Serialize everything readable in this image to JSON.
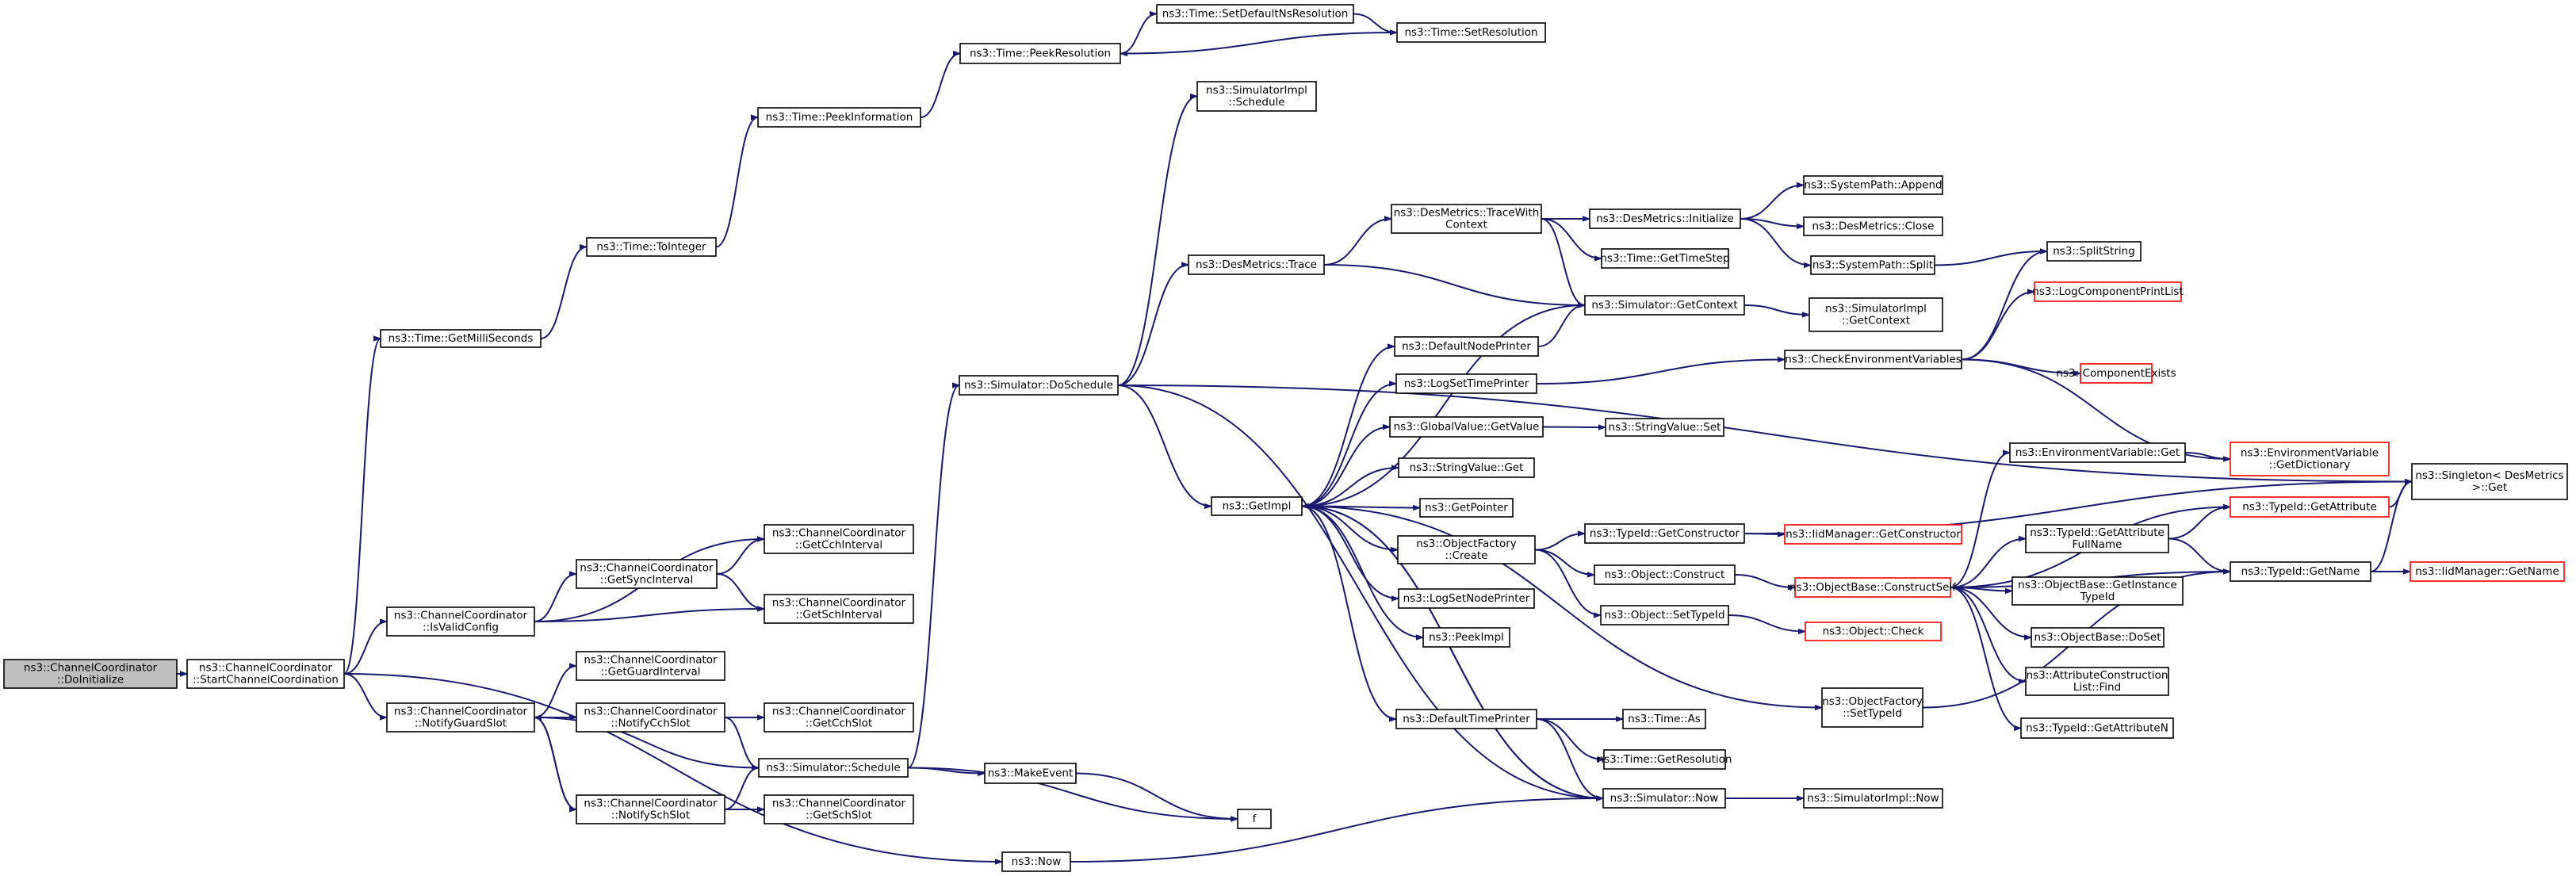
{
  "title": "ns3::ChannelCoordinator::DoInitialize call graph",
  "colors": {
    "edge": "#191970",
    "truncated_border": "#ff0000",
    "root_fill": "#bfbfbf",
    "node_border": "#000000"
  },
  "nodes": [
    {
      "id": "n0",
      "lines": [
        "ns3::ChannelCoordinator",
        "::DoInitialize"
      ],
      "root": true
    },
    {
      "id": "n1",
      "lines": [
        "ns3::ChannelCoordinator",
        "::StartChannelCoordination"
      ]
    },
    {
      "id": "n2",
      "lines": [
        "ns3::Time::GetMilliSeconds"
      ]
    },
    {
      "id": "n3",
      "lines": [
        "ns3::Time::ToInteger"
      ]
    },
    {
      "id": "n4",
      "lines": [
        "ns3::Time::PeekInformation"
      ]
    },
    {
      "id": "n5",
      "lines": [
        "ns3::Time::PeekResolution"
      ]
    },
    {
      "id": "n6",
      "lines": [
        "ns3::Time::SetDefaultNsResolution"
      ]
    },
    {
      "id": "n7",
      "lines": [
        "ns3::Time::SetResolution"
      ]
    },
    {
      "id": "n8",
      "lines": [
        "ns3::ChannelCoordinator",
        "::IsValidConfig"
      ]
    },
    {
      "id": "n9",
      "lines": [
        "ns3::ChannelCoordinator",
        "::GetSyncInterval"
      ]
    },
    {
      "id": "n10",
      "lines": [
        "ns3::ChannelCoordinator",
        "::GetCchInterval"
      ]
    },
    {
      "id": "n11",
      "lines": [
        "ns3::ChannelCoordinator",
        "::GetSchInterval"
      ]
    },
    {
      "id": "n12",
      "lines": [
        "ns3::ChannelCoordinator",
        "::GetGuardInterval"
      ]
    },
    {
      "id": "n13",
      "lines": [
        "ns3::ChannelCoordinator",
        "::NotifyGuardSlot"
      ]
    },
    {
      "id": "n14",
      "lines": [
        "ns3::ChannelCoordinator",
        "::NotifyCchSlot"
      ]
    },
    {
      "id": "n15",
      "lines": [
        "ns3::ChannelCoordinator",
        "::GetCchSlot"
      ]
    },
    {
      "id": "n16",
      "lines": [
        "ns3::Simulator::Schedule"
      ]
    },
    {
      "id": "n17",
      "lines": [
        "ns3::ChannelCoordinator",
        "::NotifySchSlot"
      ]
    },
    {
      "id": "n18",
      "lines": [
        "ns3::ChannelCoordinator",
        "::GetSchSlot"
      ]
    },
    {
      "id": "n19",
      "lines": [
        "ns3::Now"
      ]
    },
    {
      "id": "n20",
      "lines": [
        "ns3::Simulator::DoSchedule"
      ]
    },
    {
      "id": "n21",
      "lines": [
        "ns3::MakeEvent"
      ]
    },
    {
      "id": "n22",
      "lines": [
        "f"
      ]
    },
    {
      "id": "n23",
      "lines": [
        "ns3::SimulatorImpl",
        "::Schedule"
      ]
    },
    {
      "id": "n24",
      "lines": [
        "ns3::DesMetrics::Trace"
      ]
    },
    {
      "id": "n25",
      "lines": [
        "ns3::GetImpl"
      ]
    },
    {
      "id": "n26",
      "lines": [
        "ns3::DesMetrics::TraceWith",
        "Context"
      ]
    },
    {
      "id": "n27",
      "lines": [
        "ns3::Simulator::GetContext"
      ]
    },
    {
      "id": "n28",
      "lines": [
        "ns3::DesMetrics::Initialize"
      ]
    },
    {
      "id": "n29",
      "lines": [
        "ns3::Time::GetTimeStep"
      ]
    },
    {
      "id": "n30",
      "lines": [
        "ns3::SystemPath::Append"
      ]
    },
    {
      "id": "n31",
      "lines": [
        "ns3::DesMetrics::Close"
      ]
    },
    {
      "id": "n32",
      "lines": [
        "ns3::SystemPath::Split"
      ]
    },
    {
      "id": "n33",
      "lines": [
        "ns3::SplitString"
      ]
    },
    {
      "id": "n34",
      "lines": [
        "ns3::SimulatorImpl",
        "::GetContext"
      ]
    },
    {
      "id": "n35",
      "lines": [
        "ns3::DefaultNodePrinter"
      ]
    },
    {
      "id": "n36",
      "lines": [
        "ns3::LogSetTimePrinter"
      ]
    },
    {
      "id": "n37",
      "lines": [
        "ns3::CheckEnvironmentVariables"
      ]
    },
    {
      "id": "n38",
      "lines": [
        "ns3::LogComponentPrintList"
      ],
      "truncated": true
    },
    {
      "id": "n39",
      "lines": [
        "ns3::ComponentExists"
      ],
      "truncated": true
    },
    {
      "id": "n40",
      "lines": [
        "ns3::GlobalValue::GetValue"
      ]
    },
    {
      "id": "n41",
      "lines": [
        "ns3::StringValue::Set"
      ]
    },
    {
      "id": "n42",
      "lines": [
        "ns3::StringValue::Get"
      ]
    },
    {
      "id": "n43",
      "lines": [
        "ns3::GetPointer"
      ]
    },
    {
      "id": "n44",
      "lines": [
        "ns3::ObjectFactory",
        "::Create"
      ]
    },
    {
      "id": "n45",
      "lines": [
        "ns3::TypeId::GetConstructor"
      ]
    },
    {
      "id": "n46",
      "lines": [
        "ns3::IidManager::GetConstructor"
      ],
      "truncated": true
    },
    {
      "id": "n47",
      "lines": [
        "ns3::Object::Construct"
      ]
    },
    {
      "id": "n48",
      "lines": [
        "ns3::ObjectBase::ConstructSelf"
      ],
      "truncated": true
    },
    {
      "id": "n49",
      "lines": [
        "ns3::Object::SetTypeId"
      ]
    },
    {
      "id": "n50",
      "lines": [
        "ns3::Object::Check"
      ],
      "truncated": true
    },
    {
      "id": "n51",
      "lines": [
        "ns3::LogSetNodePrinter"
      ]
    },
    {
      "id": "n52",
      "lines": [
        "ns3::PeekImpl"
      ]
    },
    {
      "id": "n53",
      "lines": [
        "ns3::DefaultTimePrinter"
      ]
    },
    {
      "id": "n54",
      "lines": [
        "ns3::Time::As"
      ]
    },
    {
      "id": "n55",
      "lines": [
        "ns3::Time::GetResolution"
      ]
    },
    {
      "id": "n56",
      "lines": [
        "ns3::Simulator::Now"
      ]
    },
    {
      "id": "n57",
      "lines": [
        "ns3::SimulatorImpl::Now"
      ]
    },
    {
      "id": "n58",
      "lines": [
        "ns3::ObjectFactory",
        "::SetTypeId"
      ]
    },
    {
      "id": "n59",
      "lines": [
        "ns3::EnvironmentVariable::Get"
      ]
    },
    {
      "id": "n60",
      "lines": [
        "ns3::EnvironmentVariable",
        "::GetDictionary"
      ],
      "truncated": true
    },
    {
      "id": "n61",
      "lines": [
        "ns3::TypeId::GetAttribute",
        "FullName"
      ]
    },
    {
      "id": "n62",
      "lines": [
        "ns3::TypeId::GetAttribute"
      ],
      "truncated": true
    },
    {
      "id": "n63",
      "lines": [
        "ns3::TypeId::GetName"
      ]
    },
    {
      "id": "n64",
      "lines": [
        "ns3::IidManager::GetName"
      ],
      "truncated": true
    },
    {
      "id": "n65",
      "lines": [
        "ns3::Singleton< DesMetrics",
        ">::Get"
      ]
    },
    {
      "id": "n66",
      "lines": [
        "ns3::ObjectBase::GetInstance",
        "TypeId"
      ]
    },
    {
      "id": "n67",
      "lines": [
        "ns3::ObjectBase::DoSet"
      ]
    },
    {
      "id": "n68",
      "lines": [
        "ns3::AttributeConstruction",
        "List::Find"
      ]
    },
    {
      "id": "n69",
      "lines": [
        "ns3::TypeId::GetAttributeN"
      ]
    }
  ],
  "edges": [
    [
      "n0",
      "n1"
    ],
    [
      "n1",
      "n2"
    ],
    [
      "n2",
      "n3"
    ],
    [
      "n3",
      "n4"
    ],
    [
      "n4",
      "n5"
    ],
    [
      "n5",
      "n6"
    ],
    [
      "n6",
      "n7"
    ],
    [
      "n7",
      "n5"
    ],
    [
      "n1",
      "n8"
    ],
    [
      "n8",
      "n9"
    ],
    [
      "n8",
      "n10"
    ],
    [
      "n8",
      "n11"
    ],
    [
      "n9",
      "n10"
    ],
    [
      "n9",
      "n11"
    ],
    [
      "n1",
      "n13"
    ],
    [
      "n13",
      "n12"
    ],
    [
      "n13",
      "n14"
    ],
    [
      "n13",
      "n16"
    ],
    [
      "n13",
      "n17"
    ],
    [
      "n14",
      "n13"
    ],
    [
      "n14",
      "n15"
    ],
    [
      "n14",
      "n16"
    ],
    [
      "n17",
      "n13"
    ],
    [
      "n17",
      "n16"
    ],
    [
      "n17",
      "n18"
    ],
    [
      "n1",
      "n19"
    ],
    [
      "n16",
      "n20"
    ],
    [
      "n16",
      "n21"
    ],
    [
      "n16",
      "n22"
    ],
    [
      "n21",
      "n22"
    ],
    [
      "n19",
      "n56"
    ],
    [
      "n20",
      "n23"
    ],
    [
      "n20",
      "n24"
    ],
    [
      "n20",
      "n25"
    ],
    [
      "n20",
      "n56"
    ],
    [
      "n20",
      "n65"
    ],
    [
      "n24",
      "n26"
    ],
    [
      "n24",
      "n27"
    ],
    [
      "n26",
      "n28"
    ],
    [
      "n26",
      "n29"
    ],
    [
      "n26",
      "n27"
    ],
    [
      "n28",
      "n30"
    ],
    [
      "n28",
      "n31"
    ],
    [
      "n28",
      "n32"
    ],
    [
      "n32",
      "n33"
    ],
    [
      "n27",
      "n34"
    ],
    [
      "n27",
      "n25"
    ],
    [
      "n25",
      "n35"
    ],
    [
      "n25",
      "n36"
    ],
    [
      "n25",
      "n40"
    ],
    [
      "n25",
      "n42"
    ],
    [
      "n25",
      "n43"
    ],
    [
      "n25",
      "n44"
    ],
    [
      "n25",
      "n51"
    ],
    [
      "n25",
      "n52"
    ],
    [
      "n25",
      "n53"
    ],
    [
      "n25",
      "n58"
    ],
    [
      "n25",
      "n56"
    ],
    [
      "n35",
      "n27"
    ],
    [
      "n36",
      "n37"
    ],
    [
      "n37",
      "n33"
    ],
    [
      "n37",
      "n38"
    ],
    [
      "n37",
      "n39"
    ],
    [
      "n37",
      "n60"
    ],
    [
      "n40",
      "n41"
    ],
    [
      "n44",
      "n45"
    ],
    [
      "n44",
      "n47"
    ],
    [
      "n44",
      "n49"
    ],
    [
      "n45",
      "n46"
    ],
    [
      "n45",
      "n65"
    ],
    [
      "n47",
      "n48"
    ],
    [
      "n49",
      "n50"
    ],
    [
      "n53",
      "n54"
    ],
    [
      "n53",
      "n55"
    ],
    [
      "n53",
      "n56"
    ],
    [
      "n56",
      "n57"
    ],
    [
      "n56",
      "n25"
    ],
    [
      "n58",
      "n63"
    ],
    [
      "n48",
      "n59"
    ],
    [
      "n48",
      "n61"
    ],
    [
      "n48",
      "n62"
    ],
    [
      "n48",
      "n63"
    ],
    [
      "n48",
      "n66"
    ],
    [
      "n48",
      "n67"
    ],
    [
      "n48",
      "n68"
    ],
    [
      "n48",
      "n69"
    ],
    [
      "n59",
      "n60"
    ],
    [
      "n61",
      "n62"
    ],
    [
      "n61",
      "n63"
    ],
    [
      "n62",
      "n65"
    ],
    [
      "n63",
      "n64"
    ],
    [
      "n63",
      "n65"
    ]
  ]
}
